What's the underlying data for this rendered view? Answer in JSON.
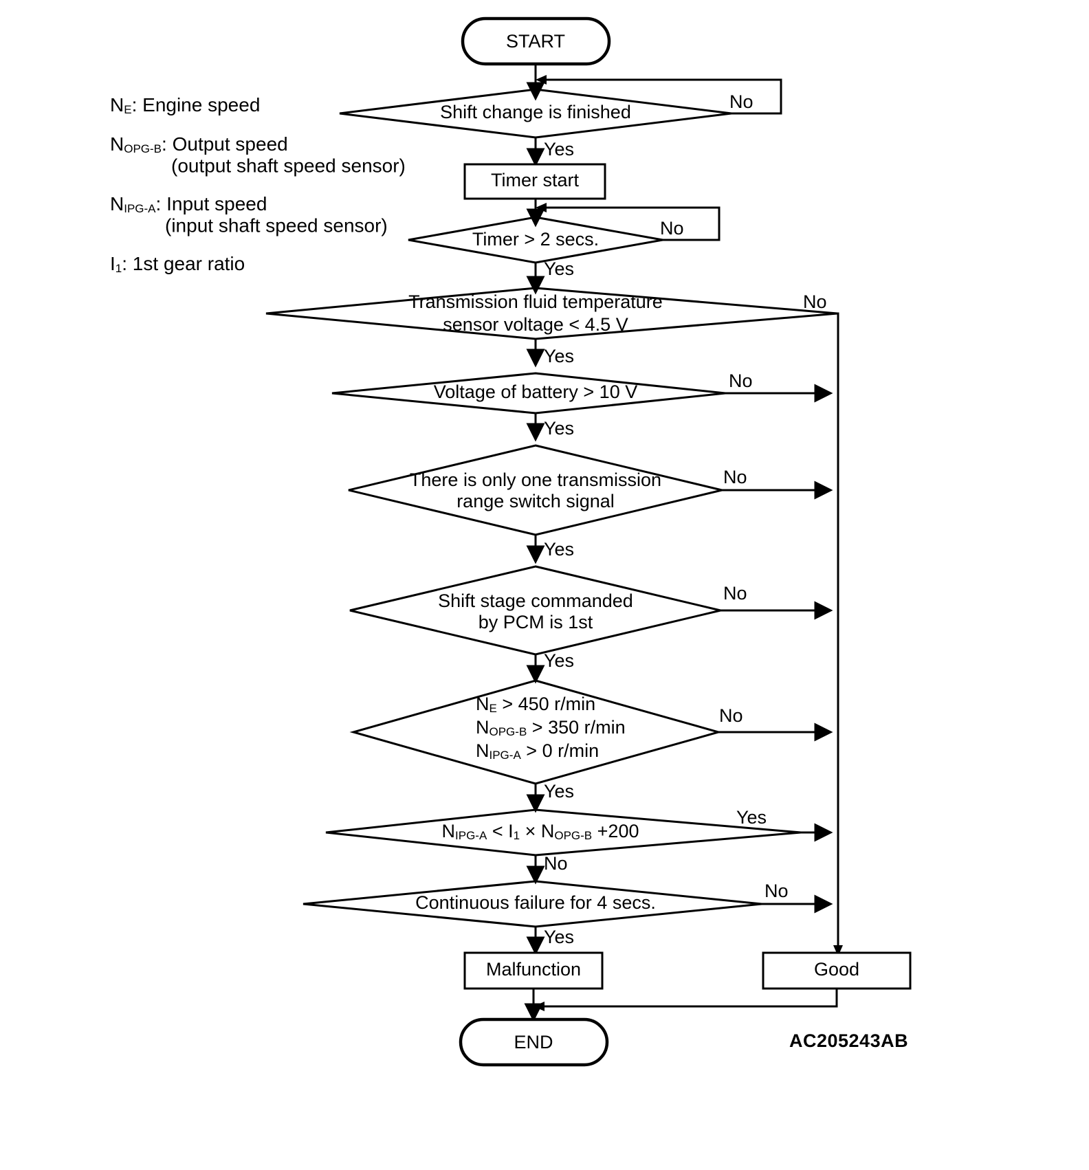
{
  "figure": {
    "code": "AC205243AB",
    "title_node": "START",
    "end_node": "END"
  },
  "legend": {
    "items": [
      {
        "symbol": "N",
        "sub": "E",
        "text": ": Engine speed",
        "cont": ""
      },
      {
        "symbol": "N",
        "sub": "OPG-B",
        "text": ": Output speed",
        "cont": "(output shaft speed sensor)"
      },
      {
        "symbol": "N",
        "sub": "IPG-A",
        "text": ": Input speed",
        "cont": "(input shaft speed sensor)"
      },
      {
        "symbol": "I",
        "sub": "1",
        "text": ": 1st gear ratio",
        "cont": ""
      }
    ]
  },
  "nodes": {
    "start": "START",
    "shift_change": "Shift change is finished",
    "timer_start": "Timer start",
    "timer_2secs": "Timer > 2 secs.",
    "fluid_temp_l1": "Transmission fluid temperature",
    "fluid_temp_l2": "sensor voltage < 4.5 V",
    "battery": "Voltage of battery > 10 V",
    "range_switch_l1": "There is only one transmission",
    "range_switch_l2": "range switch signal",
    "shift_stage_l1": "Shift stage commanded",
    "shift_stage_l2": "by PCM is 1st",
    "speeds": {
      "line1": {
        "sym": "N",
        "sub": "E",
        "rest": " > 450 r/min"
      },
      "line2": {
        "sym": "N",
        "sub": "OPG-B",
        "rest": " > 350 r/min"
      },
      "line3": {
        "sym": "N",
        "sub": "IPG-A",
        "rest": " > 0 r/min"
      }
    },
    "ratio_check": {
      "sym1": "N",
      "sub1": "IPG-A",
      "mid": " < ",
      "sym2": "I",
      "sub2": "1",
      "times": " × ",
      "sym3": "N",
      "sub3": "OPG-B",
      "tail": " +200"
    },
    "continuous_failure": "Continuous failure for 4 secs.",
    "malfunction": "Malfunction",
    "good": "Good",
    "end": "END"
  },
  "edge_labels": {
    "shift_change_no": "No",
    "shift_change_yes": "Yes",
    "timer_no": "No",
    "timer_yes": "Yes",
    "fluid_no": "No",
    "fluid_yes": "Yes",
    "battery_no": "No",
    "battery_yes": "Yes",
    "range_no": "No",
    "range_yes": "Yes",
    "stage_no": "No",
    "stage_yes": "Yes",
    "speeds_no": "No",
    "speeds_yes": "Yes",
    "ratio_yes": "Yes",
    "ratio_no": "No",
    "failure_no": "No",
    "failure_yes": "Yes"
  },
  "colors": {
    "stroke": "#000000",
    "background": "#ffffff",
    "text": "#000000"
  }
}
